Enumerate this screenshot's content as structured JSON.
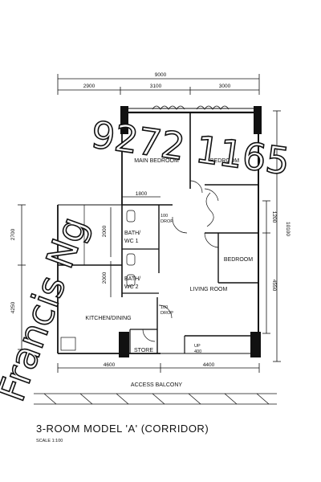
{
  "dimensions": {
    "top_total": "9000",
    "top_left": "2900",
    "top_mid": "3100",
    "top_right": "3000",
    "right_total": "10100",
    "right_upper": "1200",
    "right_lower": "4550",
    "left_upper": "2700",
    "left_lower": "4250",
    "inner_2000_a": "2000",
    "inner_2000_b": "2000",
    "inner_1800": "1800",
    "bottom_left": "4600",
    "bottom_right": "4400"
  },
  "rooms": {
    "main_bedroom": "MAIN BEDROOM",
    "bedroom_top": "BEDROOM",
    "bedroom_right": "BEDROOM",
    "bath1_line1": "BATH/",
    "bath1_line2": "WC 1",
    "bath2_line1": "BATH/",
    "bath2_line2": "WC 2",
    "living_room": "LIVING ROOM",
    "kitchen": "KITCHEN/DINING",
    "store": "STORE",
    "access_balcony": "ACCESS BALCONY"
  },
  "annotations": {
    "drop1_a": "100",
    "drop1_b": "DROP",
    "drop2_a": "100",
    "drop2_b": "DROP",
    "up_a": "UP",
    "up_b": "400"
  },
  "watermark": {
    "line_left": "Francis Ng",
    "line_right": "9272 1165"
  },
  "footer": {
    "title": "3-ROOM MODEL 'A' (CORRIDOR)",
    "scale": "SCALE  1:100"
  }
}
